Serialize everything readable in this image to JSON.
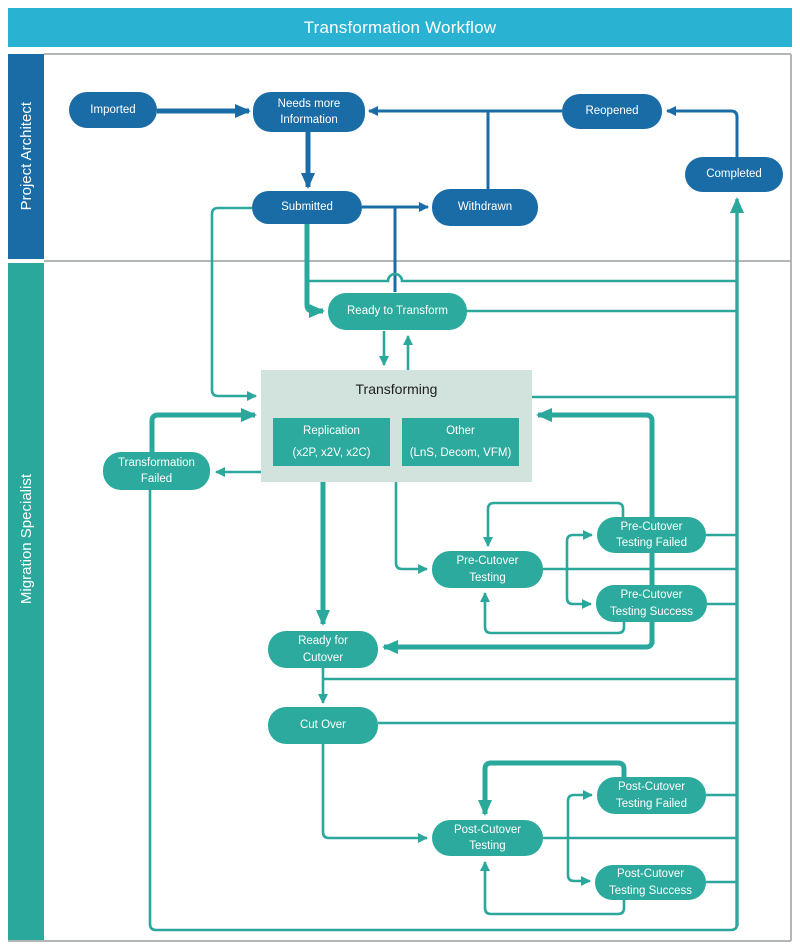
{
  "header": {
    "title": "Transformation Workflow"
  },
  "lanes": [
    {
      "id": "project_architect",
      "label": "Project Architect"
    },
    {
      "id": "migration_specialist",
      "label": "Migration Specialist"
    }
  ],
  "nodes": {
    "imported": {
      "label": "Imported",
      "lane": "project_architect"
    },
    "needs_more_information": {
      "label": "Needs more\nInformation",
      "lane": "project_architect"
    },
    "reopened": {
      "label": "Reopened",
      "lane": "project_architect"
    },
    "completed": {
      "label": "Completed",
      "lane": "project_architect"
    },
    "submitted": {
      "label": "Submitted",
      "lane": "project_architect"
    },
    "withdrawn": {
      "label": "Withdrawn",
      "lane": "project_architect"
    },
    "ready_to_transform": {
      "label": "Ready to Transform",
      "lane": "migration_specialist"
    },
    "transformation_failed": {
      "label": "Transformation\nFailed",
      "lane": "migration_specialist"
    },
    "pre_cutover_testing": {
      "label": "Pre-Cutover\nTesting",
      "lane": "migration_specialist"
    },
    "pre_cutover_testing_failed": {
      "label": "Pre-Cutover\nTesting Failed",
      "lane": "migration_specialist"
    },
    "pre_cutover_testing_success": {
      "label": "Pre-Cutover\nTesting Success",
      "lane": "migration_specialist"
    },
    "ready_for_cutover": {
      "label": "Ready for\nCutover",
      "lane": "migration_specialist"
    },
    "cut_over": {
      "label": "Cut Over",
      "lane": "migration_specialist"
    },
    "post_cutover_testing": {
      "label": "Post-Cutover\nTesting",
      "lane": "migration_specialist"
    },
    "post_cutover_testing_failed": {
      "label": "Post-Cutover\nTesting Failed",
      "lane": "migration_specialist"
    },
    "post_cutover_testing_success": {
      "label": "Post-Cutover\nTesting Success",
      "lane": "migration_specialist"
    }
  },
  "transforming": {
    "title": "Transforming",
    "replication": "Replication\n(x2P, x2V, x2C)",
    "other": "Other\n(LnS, Decom, VFM)"
  },
  "connections": [
    {
      "from": "imported",
      "to": "needs_more_information",
      "style": "thick-blue"
    },
    {
      "from": "needs_more_information",
      "to": "submitted",
      "style": "thick-blue"
    },
    {
      "from": "submitted",
      "to": "withdrawn",
      "style": "blue"
    },
    {
      "from": "withdrawn",
      "to": "needs_more_information",
      "style": "blue"
    },
    {
      "from": "reopened",
      "to": "needs_more_information",
      "style": "blue"
    },
    {
      "from": "completed",
      "to": "reopened",
      "style": "blue"
    },
    {
      "from": "submitted",
      "to": "ready_to_transform",
      "style": "thick-teal"
    },
    {
      "from": "submitted",
      "to": "ready_to_transform",
      "style": "blue-branch"
    },
    {
      "from": "submitted",
      "to": "transforming",
      "style": "teal"
    },
    {
      "from": "submitted",
      "to": "completed",
      "style": "teal-rail"
    },
    {
      "from": "ready_to_transform",
      "to": "transforming",
      "style": "teal"
    },
    {
      "from": "transforming",
      "to": "ready_to_transform",
      "style": "teal"
    },
    {
      "from": "ready_to_transform",
      "to": "completed",
      "style": "teal-rail"
    },
    {
      "from": "transforming",
      "to": "completed",
      "style": "teal-rail"
    },
    {
      "from": "transforming",
      "to": "transformation_failed",
      "style": "teal"
    },
    {
      "from": "transformation_failed",
      "to": "transforming",
      "style": "thick-teal"
    },
    {
      "from": "transformation_failed",
      "to": "completed",
      "style": "teal-rail"
    },
    {
      "from": "transforming",
      "to": "ready_for_cutover",
      "style": "thick-teal"
    },
    {
      "from": "transforming",
      "to": "pre_cutover_testing",
      "style": "teal"
    },
    {
      "from": "pre_cutover_testing",
      "to": "pre_cutover_testing_failed",
      "style": "teal"
    },
    {
      "from": "pre_cutover_testing",
      "to": "pre_cutover_testing_success",
      "style": "teal"
    },
    {
      "from": "pre_cutover_testing_failed",
      "to": "pre_cutover_testing",
      "style": "teal"
    },
    {
      "from": "pre_cutover_testing_success",
      "to": "pre_cutover_testing",
      "style": "teal"
    },
    {
      "from": "pre_cutover_testing_failed",
      "to": "transforming",
      "style": "thick-teal"
    },
    {
      "from": "pre_cutover_testing_success",
      "to": "ready_for_cutover",
      "style": "thick-teal"
    },
    {
      "from": "pre_cutover_testing",
      "to": "completed",
      "style": "teal-rail"
    },
    {
      "from": "pre_cutover_testing_failed",
      "to": "completed",
      "style": "teal-rail"
    },
    {
      "from": "pre_cutover_testing_success",
      "to": "completed",
      "style": "teal-rail"
    },
    {
      "from": "ready_for_cutover",
      "to": "cut_over",
      "style": "teal"
    },
    {
      "from": "ready_for_cutover",
      "to": "completed",
      "style": "teal-rail"
    },
    {
      "from": "cut_over",
      "to": "completed",
      "style": "teal-rail"
    },
    {
      "from": "cut_over",
      "to": "post_cutover_testing",
      "style": "teal"
    },
    {
      "from": "post_cutover_testing",
      "to": "post_cutover_testing_failed",
      "style": "teal"
    },
    {
      "from": "post_cutover_testing",
      "to": "post_cutover_testing_success",
      "style": "teal"
    },
    {
      "from": "post_cutover_testing_failed",
      "to": "post_cutover_testing",
      "style": "thick-teal"
    },
    {
      "from": "post_cutover_testing_success",
      "to": "post_cutover_testing",
      "style": "teal"
    },
    {
      "from": "post_cutover_testing",
      "to": "completed",
      "style": "teal-rail"
    },
    {
      "from": "post_cutover_testing_failed",
      "to": "completed",
      "style": "teal-rail"
    },
    {
      "from": "post_cutover_testing_success",
      "to": "completed",
      "style": "teal-rail"
    }
  ],
  "colors": {
    "header_bg": "#29b2d2",
    "blue": "#1a6ca6",
    "node_blue": "#1a6ca6",
    "teal": "#2aa89c",
    "node_teal": "#2caa9d",
    "transforming_bg": "#d2e2dd",
    "border_gray": "#b3b6b8",
    "canvas": "#ffffff",
    "text_light": "#ffffff",
    "text_dark": "#20201e"
  }
}
